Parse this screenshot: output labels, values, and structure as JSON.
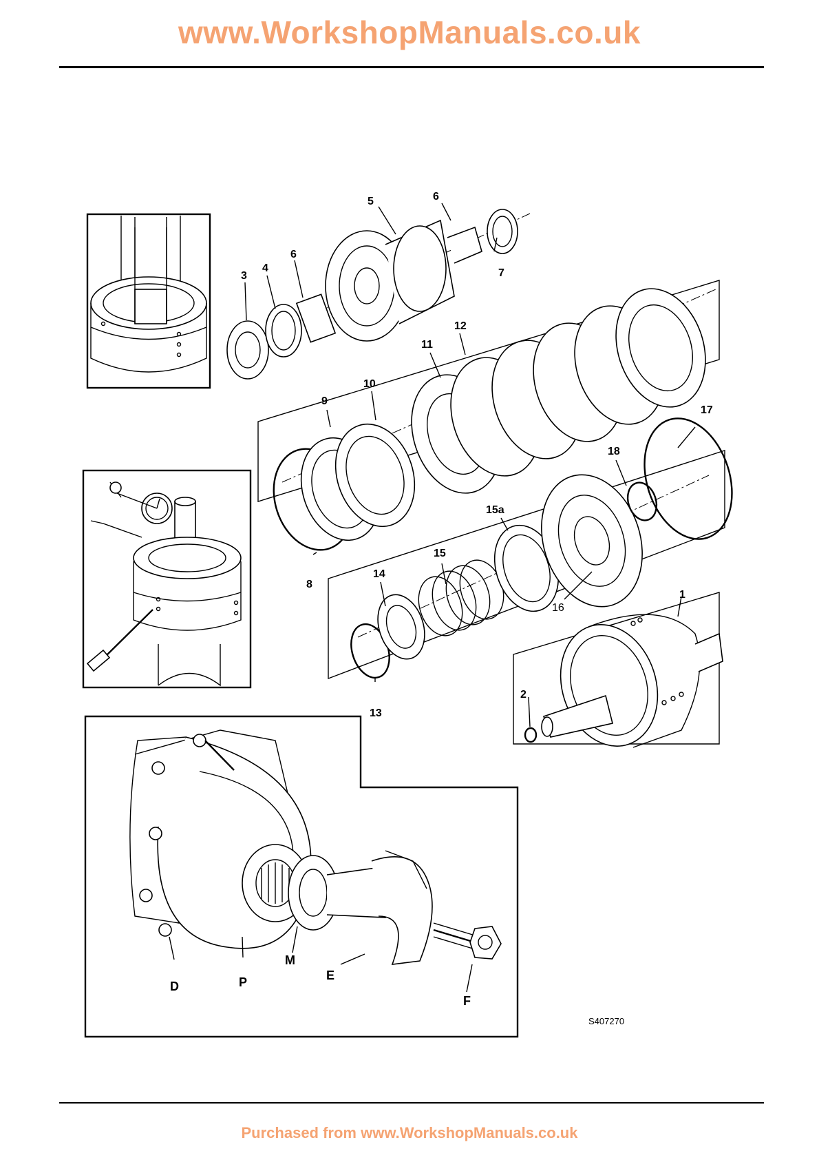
{
  "header": {
    "site_url": "www.WorkshopManuals.co.uk"
  },
  "footer": {
    "purchase_text": "Purchased from www.WorkshopManuals.co.uk"
  },
  "diagram": {
    "reference_code": "S407270",
    "callouts": [
      "1",
      "2",
      "3",
      "4",
      "5",
      "6",
      "6",
      "7",
      "8",
      "9",
      "10",
      "11",
      "12",
      "13",
      "14",
      "15",
      "15a",
      "16",
      "17",
      "18"
    ],
    "inset_letters": [
      "D",
      "P",
      "M",
      "E",
      "F"
    ]
  }
}
